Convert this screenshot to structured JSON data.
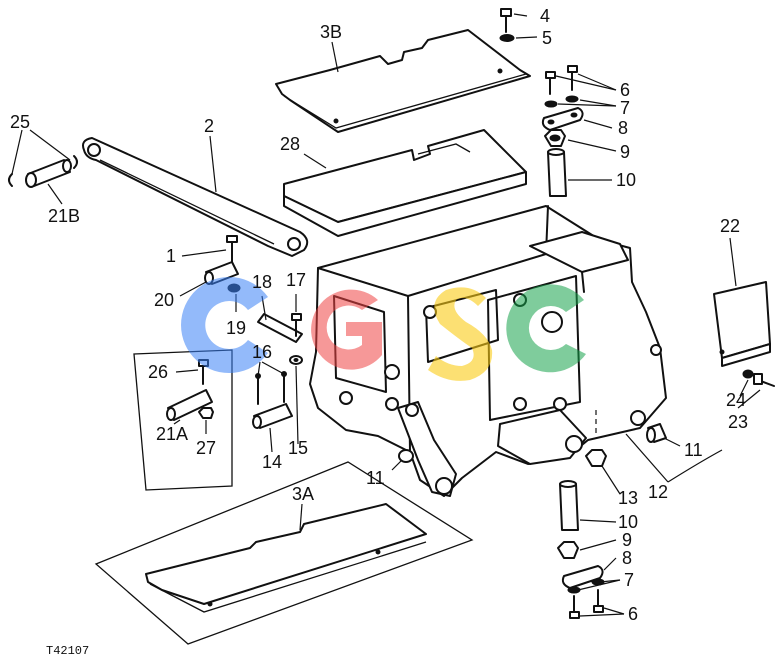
{
  "figure": {
    "reference_code": "T42107",
    "callouts": [
      {
        "id": "c-4",
        "text": "4"
      },
      {
        "id": "c-5",
        "text": "5"
      },
      {
        "id": "c-3B",
        "text": "3B"
      },
      {
        "id": "c-6-top",
        "text": "6"
      },
      {
        "id": "c-7-top",
        "text": "7"
      },
      {
        "id": "c-8-top",
        "text": "8"
      },
      {
        "id": "c-9-top",
        "text": "9"
      },
      {
        "id": "c-10-top",
        "text": "10"
      },
      {
        "id": "c-25",
        "text": "25"
      },
      {
        "id": "c-2",
        "text": "2"
      },
      {
        "id": "c-28",
        "text": "28"
      },
      {
        "id": "c-21B",
        "text": "21B"
      },
      {
        "id": "c-1",
        "text": "1"
      },
      {
        "id": "c-20",
        "text": "20"
      },
      {
        "id": "c-18",
        "text": "18"
      },
      {
        "id": "c-17",
        "text": "17"
      },
      {
        "id": "c-19",
        "text": "19"
      },
      {
        "id": "c-22",
        "text": "22"
      },
      {
        "id": "c-26",
        "text": "26"
      },
      {
        "id": "c-16",
        "text": "16"
      },
      {
        "id": "c-21A",
        "text": "21A"
      },
      {
        "id": "c-27",
        "text": "27"
      },
      {
        "id": "c-14",
        "text": "14"
      },
      {
        "id": "c-15",
        "text": "15"
      },
      {
        "id": "c-24",
        "text": "24"
      },
      {
        "id": "c-23",
        "text": "23"
      },
      {
        "id": "c-11-right",
        "text": "11"
      },
      {
        "id": "c-11-left",
        "text": "11"
      },
      {
        "id": "c-12",
        "text": "12"
      },
      {
        "id": "c-13",
        "text": "13"
      },
      {
        "id": "c-3A",
        "text": "3A"
      },
      {
        "id": "c-10-bot",
        "text": "10"
      },
      {
        "id": "c-9-bot",
        "text": "9"
      },
      {
        "id": "c-8-bot",
        "text": "8"
      },
      {
        "id": "c-7-bot",
        "text": "7"
      },
      {
        "id": "c-6-bot",
        "text": "6"
      }
    ]
  },
  "watermark": {
    "letters": [
      "C",
      "G",
      "S",
      "C"
    ],
    "colors": [
      "#3b82f6",
      "#ef4444",
      "#facc15",
      "#16a34a"
    ]
  }
}
